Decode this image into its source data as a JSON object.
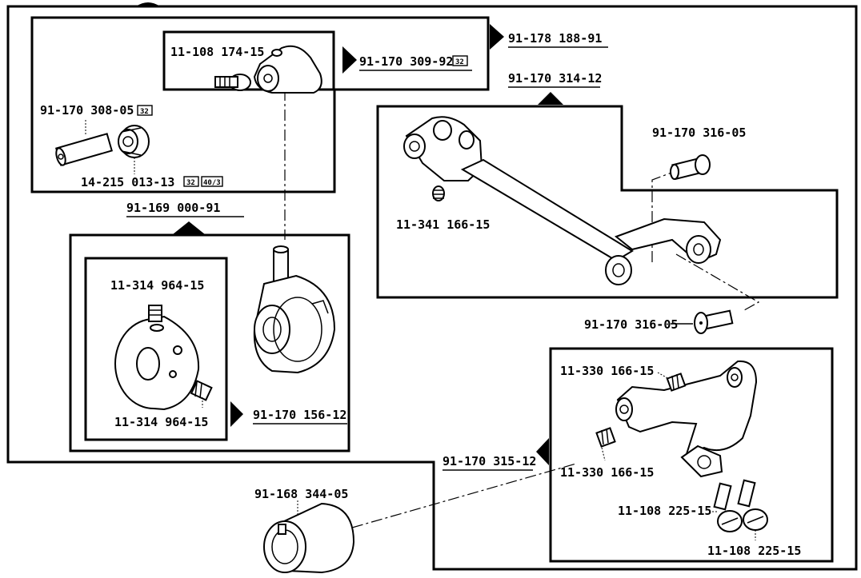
{
  "parts": {
    "p_174": "11-108 174-15",
    "p_309": "91-170 309-92",
    "p_188": "91-178 188-91",
    "p_308": "91-170 308-05",
    "p_013": "14-215 013-13",
    "p_314": "91-170 314-12",
    "p_316a": "91-170 316-05",
    "p_341": "11-341 166-15",
    "p_169": "91-169 000-91",
    "p_964a": "11-314 964-15",
    "p_964b": "11-314 964-15",
    "p_156": "91-170 156-12",
    "p_316b": "91-170 316-05",
    "p_330a": "11-330 166-15",
    "p_315": "91-170 315-12",
    "p_330b": "11-330 166-15",
    "p_344": "91-168 344-05",
    "p_225a": "11-108 225-15",
    "p_225b": "11-108 225-15"
  },
  "badges": {
    "b32_a": "32",
    "b32_b": "32",
    "b32_c": "32",
    "b403": "40/3"
  }
}
